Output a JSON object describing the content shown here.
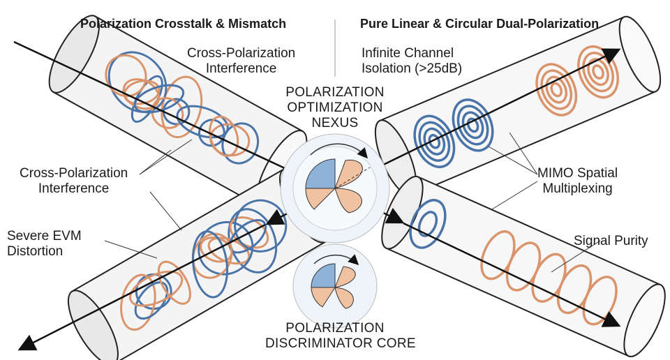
{
  "headings": {
    "left": "Polarization Crosstalk & Mismatch",
    "right": "Pure Linear & Circular Dual-Polarization"
  },
  "labels": {
    "top_interference": [
      "Cross-Polarization",
      "Interference"
    ],
    "isolation": [
      "Infinite Channel",
      "Isolation (>25dB)"
    ],
    "left_interference": [
      "Cross-Polarization",
      "Interference"
    ],
    "mimo": [
      "MIMO Spatial",
      "Multiplexing"
    ],
    "evm": [
      "Severe EVM",
      "Distortion"
    ],
    "purity": "Signal Purity"
  },
  "nexus": [
    "POLARIZATION",
    "OPTIMIZATION",
    "NEXUS"
  ],
  "core": [
    "POLARIZATION",
    "DISCRIMINATOR CORE"
  ],
  "colors": {
    "blue": "#4a74a8",
    "orange": "#d9946c",
    "blue_fill": "#8fb2d8",
    "orange_fill": "#f0c2a2",
    "tube": "#f6f6f6",
    "stroke": "#222222"
  }
}
